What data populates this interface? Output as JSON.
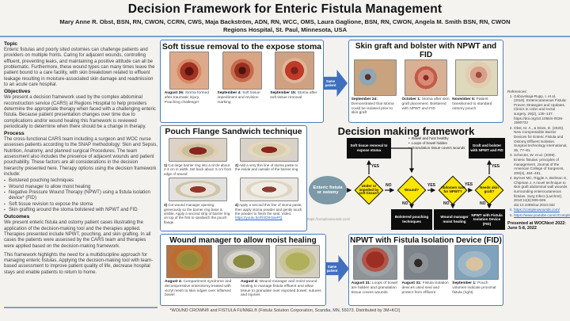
{
  "header": {
    "title": "Decision Framework for Enteric Fistula Management",
    "authors": "Mary Anne R. Obst, BSN, RN, CWON, CCRN, CWS, Maja Backström, ADN, RN, WCC, OMS, Laura Gaglione, BSN, RN, CWON, Angela M. Smith BSN, RN, CWON",
    "affiliation": "Regions Hospital, St. Paul, Minnesota, USA"
  },
  "left_column": {
    "topic": {
      "heading": "Topic",
      "p1": "Enteric fistulas and poorly sited ostomies can challenge patients and providers on multiple fronts.  Caring for adjacent wounds, controlling effluent, preventing leaks, and maintaining a positive attitude can all be problematic.  Furthermore, these wound types can many times leave the patient bound to a care facility, with skin breakdown related to effluent leakage resulting in moisture-associated skin damage and readmission to an acute care hospital."
    },
    "objectives": {
      "heading": "Objectives",
      "p1": "We present a decision framework used by the complex abdominal reconstruction service (CARS) at Regions Hospital to help providers determine the appropriate therapy when faced with a challenging enteric fistula. Because patient presentation changes over time due to complications and/or wound healing this framework is reviewed periodically to determine when there should be a change in therapy."
    },
    "process": {
      "heading": "Process",
      "p1": "The cross-functional CARS team including a surgeon and WOC nurse assesses patients according to the SNAP methodology: Skin and Sepsis, Nutrition, Anatomy, and planned surgical Procedures.  The team assessment also includes the presence of adjacent wounds and patient pouchability.  These factors are all considerations in the decision hierarchy presented here. Therapy options using the decision framework include:",
      "bullets": [
        "Bolstered pouching techniques",
        "Wound manager to allow moist healing",
        "Negative Pressure Wound Therapy (NPWT) using a fistula isolation device* (FID)",
        "Soft tissue revision to expose the stoma",
        "Skin grafting around the stoma bolstered with NPWT and FID"
      ]
    },
    "outcomes": {
      "heading": "Outcomes",
      "p1": "We present enteric fistula and ostomy patient cases illustrating the application of the decision-making tool and the therapies applied.  Therapies presented include NPWT, pouching, and skin grafting. In all cases the patients were assessed by the CARS team and therapies were applied based on the decision-making framework.",
      "p2": "This framework highlights the need for a multidiscipline approach for managing enteric fistulas.  Applying the decision-making tool with team-based assessment to improve patient quality of life, decrease hospital stays and enable patients to return to home."
    }
  },
  "panels": {
    "soft_tissue": {
      "title": "Soft tissue removal to the expose stoma",
      "photos": [
        {
          "date": "August 26:",
          "caption": "Stoma formed after traumatic injury. Pouching challenge!"
        },
        {
          "date": "September 4:",
          "caption": "Soft tissue impediment and revision marking"
        },
        {
          "date": "September 15:",
          "caption": "Stoma after soft tissue removal"
        }
      ]
    },
    "skin_graft": {
      "title": "Skin graft and bolster with NPWT and FID",
      "photos": [
        {
          "date": "September 24:",
          "caption": "Demonstrated that stoma could be isolated prior to skin graft"
        },
        {
          "date": "October 1:",
          "caption": "Stoma after skin graft placement.  Bolstered with NPWT and FID"
        },
        {
          "date": "November 5:",
          "caption": "Patient transitioned to standard ostomy pouch"
        }
      ]
    },
    "pouch_flange": {
      "title": "Pouch Flange Sandwich technique",
      "steps": [
        {
          "num": "1)",
          "text": "Cut large barrier ring into a circle about 2-3 cm in width.  Set back about .5 cm from edge of wound"
        },
        {
          "num": "2)",
          "text": "Add a very thin line of stoma paste to the inside and outside of the barrier ring"
        },
        {
          "num": "3)",
          "text": "Cut wound manager opening generously so the barrier ring base is visible. Apply a second strip of barrier ring on top of the first to sandwich the pouch flange"
        },
        {
          "num": "4)",
          "text": "Apply a second thin line of stoma paste, then apply stoma powder and gently touch the powder to finish the seal. Video:",
          "link": "https://youtu.be/RXD8-baePQ"
        }
      ]
    },
    "wound_manager": {
      "title": "Wound manager to allow moist healing",
      "captions": [
        {
          "date": "August 4:",
          "caption": "Compartment syndrome and decompressive enterotomy treated with vicryl mesh to skin edges over inflamed bowel"
        },
        {
          "date": "August 4:",
          "caption": "Wound manager and moist wound healing to manage fistula effluent and allow tissue to granulate over exposed bowel, sutures and injuries"
        }
      ]
    },
    "npwt_fid": {
      "title": "NPWT with Fistula Isolation Device (FID)",
      "photos": [
        {
          "date": "August 31:",
          "caption": "Loops of bowel are hidden and granulation tissue covers wounds"
        },
        {
          "date": "August 31:",
          "caption": "Fistula isolation devices used seal and protect from effluent"
        },
        {
          "date": "September 1:",
          "caption": "Pouch volumes indicate proximal fistula (right)"
        }
      ]
    }
  },
  "same_patient": "Same patient",
  "flowchart": {
    "title": "Decision making framework",
    "start": "Enteric fistula or ostomy",
    "d1": "Under or impeded by soft tissue?",
    "d2": "Wound?",
    "d3": "Abdomen safe for NPWT?",
    "d4": "Needs skin graft?",
    "box_soft_tissue": "Soft tissue removal to expose stoma",
    "box_pouching": "Bolstered pouching techniques",
    "box_wound_manager": "Wound manager moist healing",
    "box_graft": "Graft and bolster with NPWT and FID",
    "box_npwt": "NPWT with Fistula Isolation Device (FID)",
    "criteria": [
      "Bowel and host healthy",
      "Loops of bowel hidden",
      "Granulation tissue covers wounds"
    ],
    "yes": "YES",
    "no": "NO",
    "url": "https://complexwounds.com/"
  },
  "references": {
    "heading": "References:",
    "items": [
      "Gribovskaja-Rupp, I. et al. (2016). Enterocutaneous Fistula: Proven Strategies and Updates. Clinics in colon and rectal surgery, 29(2), 130–137. https://doi.org/10.1055/s-0036-1580732",
      "Obst, M. A., & Dries, D. (2020). New Compressible Barrier Devices for Enteric Fistula and Ostomy Effluent Isolation. Surgical technology international, 36, 77–81.",
      "Schecter, W. et al. (2009). Enteric fistulas: principles of management. Journal of the American College of Surgeons, 209(4), 484–491.",
      "Byrnes MC, Riggle A, Beilman G, Chipman J. A novel technique to skin graft abdominal wall wounds surrounding enterocutaneous fistulas. Surg Infect (Larchmt). 2010;11(6):505-509. doi:10.1089/sur.2010.032",
      "https://complexwounds.com/",
      "https://www.youtube.com/c/ComplexAbdomenFistulas"
    ],
    "presented": "Presented at WOCNext 2022: June 5-8, 2022"
  },
  "footer": "*WOUND CROWN® and FISTULA FUNNEL® (Fistula Solution Corporation, Scandia, MN, 55073. Distributed by 3M+KCI)"
}
